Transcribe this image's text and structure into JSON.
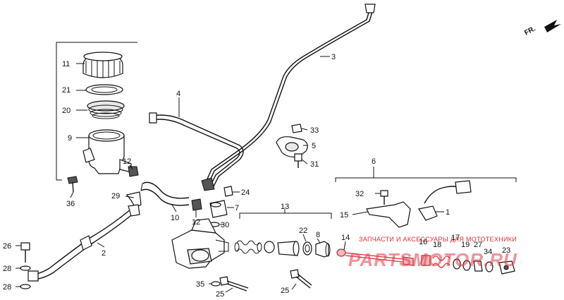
{
  "direction_label": "FR.",
  "watermark": {
    "text": "ЗАПЧАСТИ И АКСЕССУАРЫ ДЛЯ МОТОТЕХНИКИ",
    "logo": "PARTSMOTOR.RU",
    "color": "#d9303a"
  },
  "callouts": {
    "p1": "1",
    "p2": "2",
    "p3": "3",
    "p4": "4",
    "p5": "5",
    "p6": "6",
    "p7": "7",
    "p8": "8",
    "p9": "9",
    "p10": "10",
    "p11": "11",
    "p12a": "12",
    "p12b": "12",
    "p13": "13",
    "p14": "14",
    "p15": "15",
    "p16": "16",
    "p17": "17",
    "p18": "18",
    "p19": "19",
    "p20": "20",
    "p21": "21",
    "p22": "22",
    "p23": "23",
    "p24": "24",
    "p25a": "25",
    "p25b": "25",
    "p26": "26",
    "p27": "27",
    "p28a": "28",
    "p28b": "28",
    "p29": "29",
    "p30": "30",
    "p31": "31",
    "p32": "32",
    "p33": "33",
    "p34": "34",
    "p35": "35",
    "p36": "36"
  }
}
